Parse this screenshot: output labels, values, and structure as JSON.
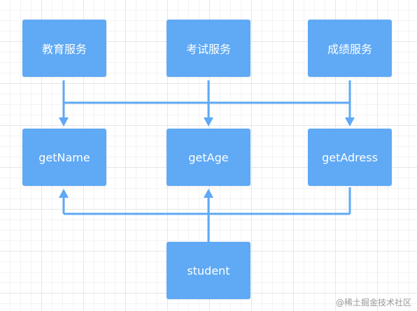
{
  "colors": {
    "node_fill": "#5fa9f5",
    "connector": "#5fa9f5",
    "node_text": "#ffffff"
  },
  "diagram": {
    "services": {
      "education": "教育服务",
      "exam": "考试服务",
      "grades": "成绩服务"
    },
    "methods": {
      "get_name": "getName",
      "get_age": "getAge",
      "get_address": "getAdress"
    },
    "source": "student"
  },
  "watermark": "@稀土掘金技术社区"
}
